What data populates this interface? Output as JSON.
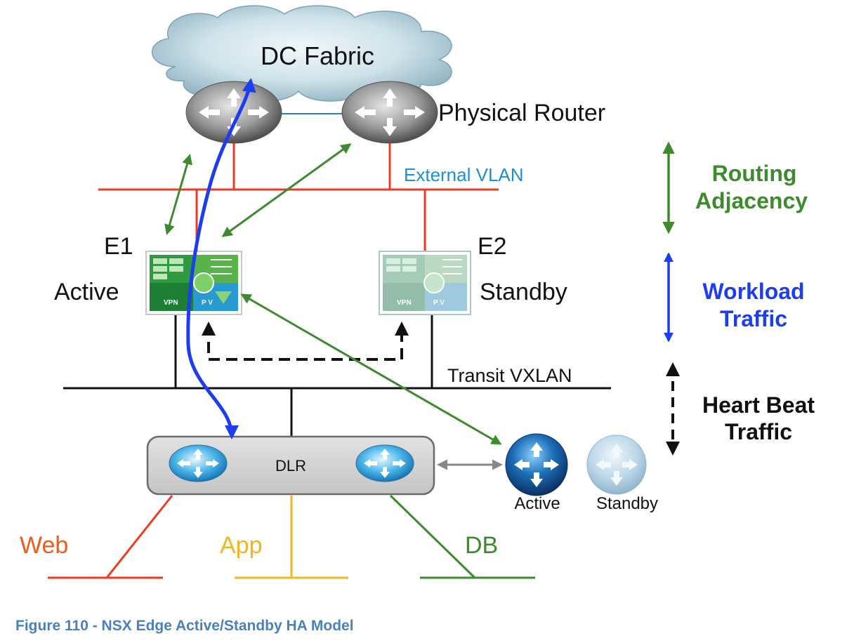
{
  "diagram": {
    "cloud_label": "DC Fabric",
    "router_label": "Physical Router",
    "external_vlan_label": "External VLAN",
    "transit_vxlan_label": "Transit VXLAN",
    "edge1": {
      "name": "E1",
      "role": "Active",
      "icon_text_vpn": "VPN",
      "icon_text_pv": "P V"
    },
    "edge2": {
      "name": "E2",
      "role": "Standby",
      "icon_text_vpn": "VPN",
      "icon_text_pv": "P V"
    },
    "dlr_label": "DLR",
    "control_vm_active": "Active",
    "control_vm_standby": "Standby",
    "segments": {
      "web": "Web",
      "app": "App",
      "db": "DB"
    },
    "legend": {
      "routing": [
        "Routing",
        "Adjacency"
      ],
      "workload": [
        "Workload",
        "Traffic"
      ],
      "heartbeat": [
        "Heart Beat",
        "Traffic"
      ]
    },
    "colors": {
      "red_line": "#ee3b1f",
      "green": "#3e8a2f",
      "blue": "#1d3df0",
      "web": "#f05a1a",
      "app": "#f0b522",
      "db": "#3e8a2f",
      "vlan_text": "#1793d1",
      "caption": "#4a81bd"
    }
  },
  "caption": "Figure 110 - NSX Edge Active/Standby HA Model"
}
